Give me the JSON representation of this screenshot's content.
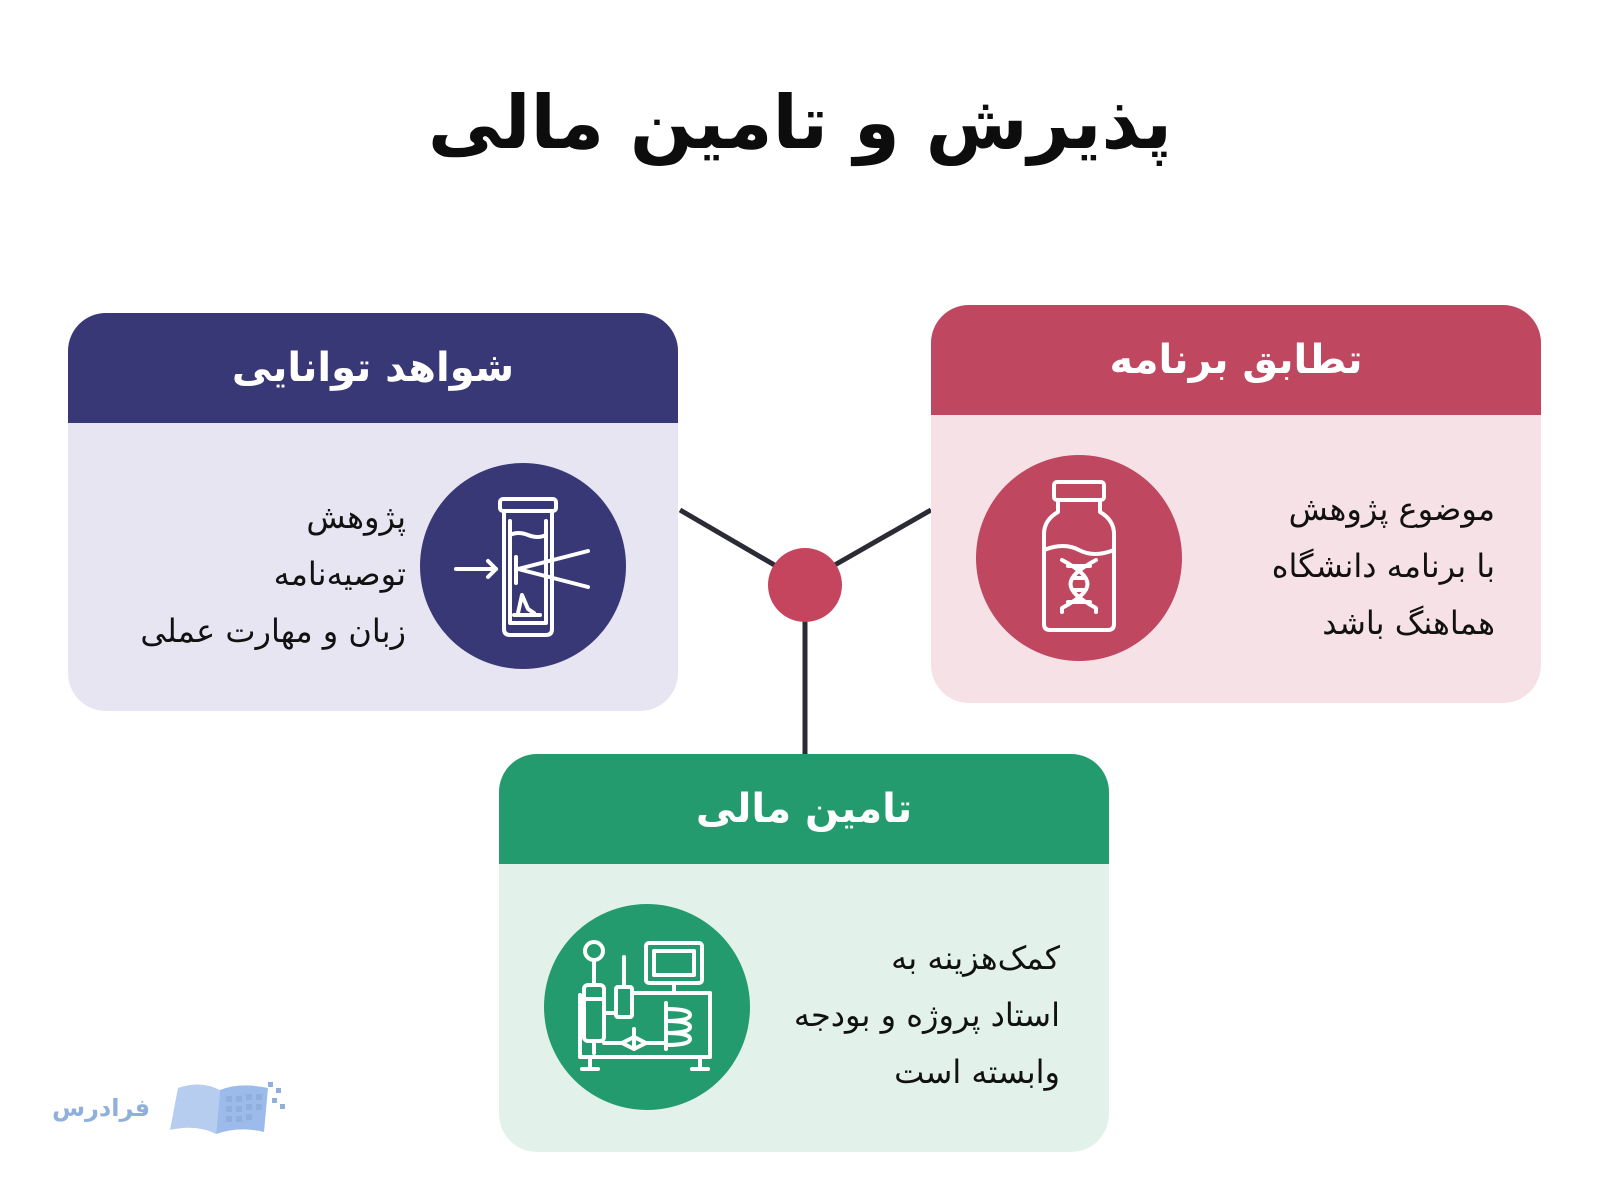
{
  "title": "پذیرش و تامین مالی",
  "colors": {
    "program": "#bf4760",
    "ability": "#393876",
    "funding": "#239b6e",
    "connector": "#2b2b35",
    "hub": "#c4455d"
  },
  "cards": {
    "program": {
      "heading": "تطابق برنامه",
      "icon": "vial-dna-icon",
      "lines": [
        "موضوع پژوهش",
        "با برنامه دانشگاه",
        "هماهنگ باشد"
      ]
    },
    "ability": {
      "heading": "شواهد توانایی",
      "icon": "test-tube-light-icon",
      "lines": [
        "پژوهش",
        "توصیه‌نامه",
        "زبان و مهارت عملی"
      ]
    },
    "funding": {
      "heading": "تامین مالی",
      "icon": "lab-apparatus-icon",
      "lines": [
        "کمک‌هزینه به",
        "استاد پروژه و بودجه",
        "وابسته است"
      ]
    }
  },
  "logo": {
    "text": "فرادرس",
    "icon": "open-book-icon"
  }
}
